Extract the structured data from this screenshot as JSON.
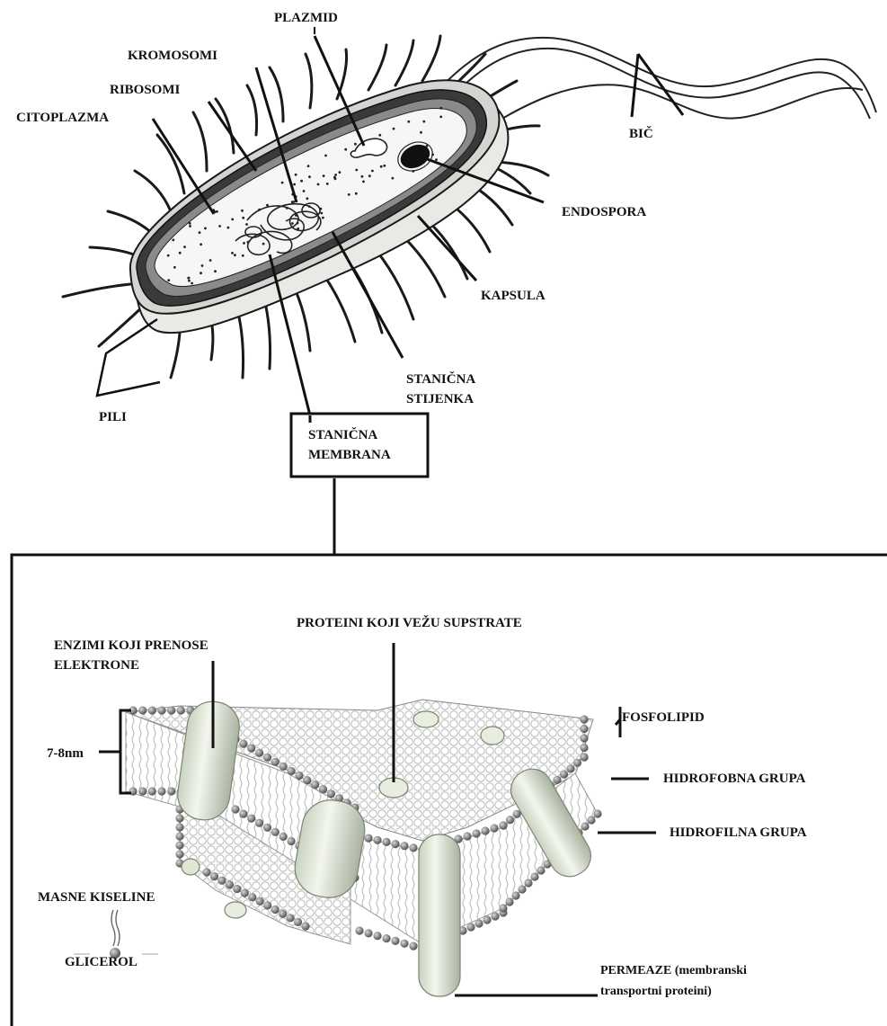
{
  "colors": {
    "ink": "#111111",
    "cell_fill": "#f4f4f2",
    "wall": "#2b2b2b",
    "membrane_head": "#6b6b6b",
    "protein_fill": "#e6ecde",
    "surface_fill": "#f2f2f2"
  },
  "bacterium": {
    "labels": {
      "plazmid": "PLAZMID",
      "kromosomi": "KROMOSOMI",
      "ribosomi": "RIBOSOMI",
      "citoplazma": "CITOPLAZMA",
      "bic": "BIČ",
      "endospora": "ENDOSPORA",
      "kapsula": "KAPSULA",
      "stanicna_stijenka_1": "STANIČNA",
      "stanicna_stijenka_2": "STIJENKA",
      "pili": "PILI",
      "stanicna_membrana_1": "STANIČNA",
      "stanicna_membrana_2": "MEMBRANA"
    }
  },
  "membrane": {
    "labels": {
      "proteini": "PROTEINI KOJI VEŽU SUPSTRATE",
      "enzimi_1": "ENZIMI KOJI PRENOSE",
      "enzimi_2": "ELEKTRONE",
      "thickness": "7-8nm",
      "fosfolipid": "FOSFOLIPID",
      "hidrofobna": "HIDROFOBNA GRUPA",
      "hidrofilna": "HIDROFILNA GRUPA",
      "masne_kiseline": "MASNE KISELINE",
      "glicerol": "GLICEROL",
      "permeaze_1": "PERMEAZE (membranski",
      "permeaze_2": "transportni proteini)"
    }
  },
  "icons": {
    "cell": "rod-bacterium-icon",
    "membrane": "lipid-bilayer-icon",
    "phospholipid": "phospholipid-molecule-icon"
  }
}
